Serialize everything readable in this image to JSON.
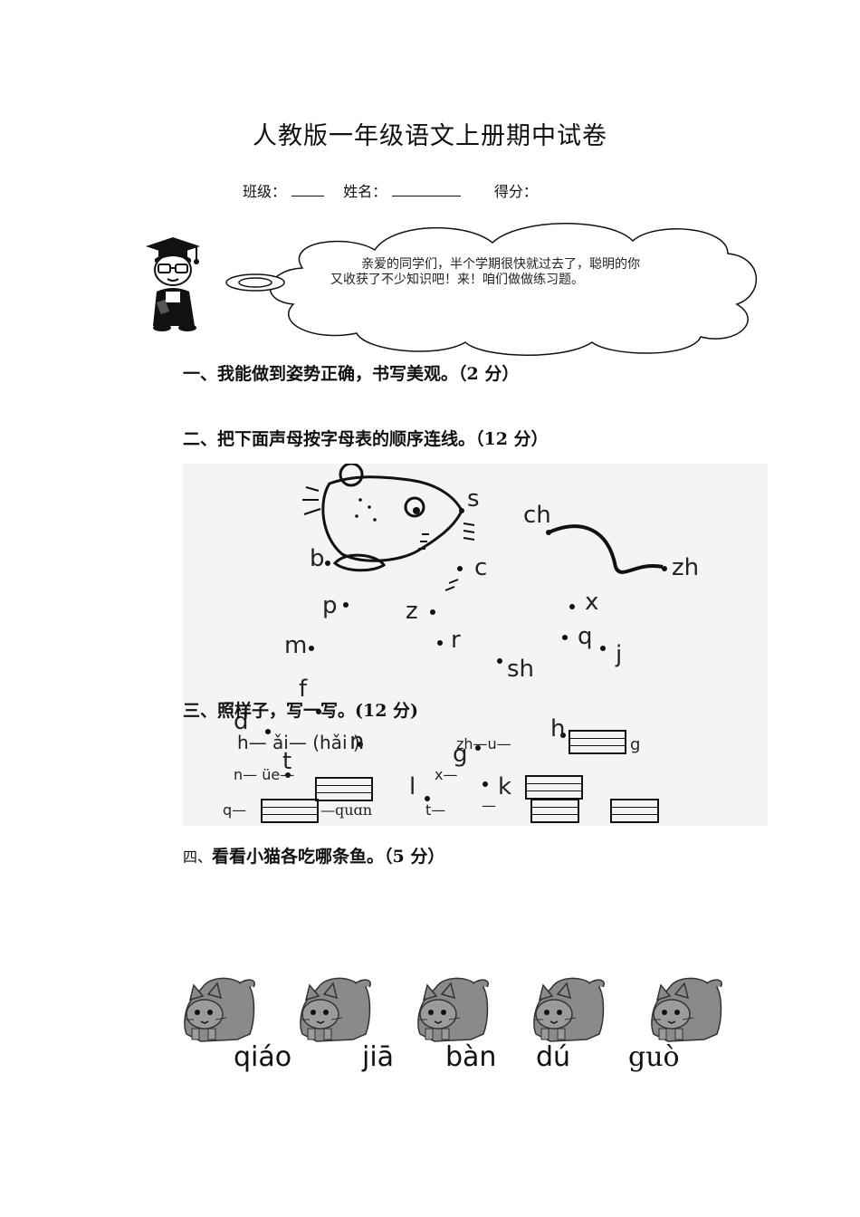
{
  "title": "人教版一年级语文上册期中试卷",
  "meta": {
    "class_label": "班级：",
    "name_label": "姓名：",
    "score_label": "得分："
  },
  "cloud_message": "亲爱的同学们，半个学期很快就过去了，聪明的你又收获了不少知识吧！来！咱们做做练习题。",
  "sections": {
    "s1": "一、我能做到姿势正确，书写美观。（2 分）",
    "s2": "二、把下面声母按字母表的顺序连线。（12 分）",
    "s3": "三、照样子，写一写。(12 分)",
    "s4_num": "四、",
    "s4_text": "看看小猫各吃哪条鱼。（5 分）"
  },
  "puzzle_letters": [
    "s",
    "ch",
    "zh",
    "b",
    "c",
    "p",
    "z",
    "x",
    "m",
    "r",
    "q",
    "j",
    "sh",
    "f",
    "d",
    "t",
    "g",
    "l",
    "k",
    "h",
    "n"
  ],
  "exercise3": {
    "example": "h— ǎi— (hǎi )",
    "row1b": "zh—u—",
    "row1c": "g",
    "row2a": "n— üe—",
    "row2b": "x—",
    "row3a": "q—",
    "row3a2": "—quɑn",
    "row3b": "t—",
    "row3b2": "—"
  },
  "cats": [
    "qiáo",
    "jiā",
    "bàn",
    "dú",
    "guò"
  ]
}
